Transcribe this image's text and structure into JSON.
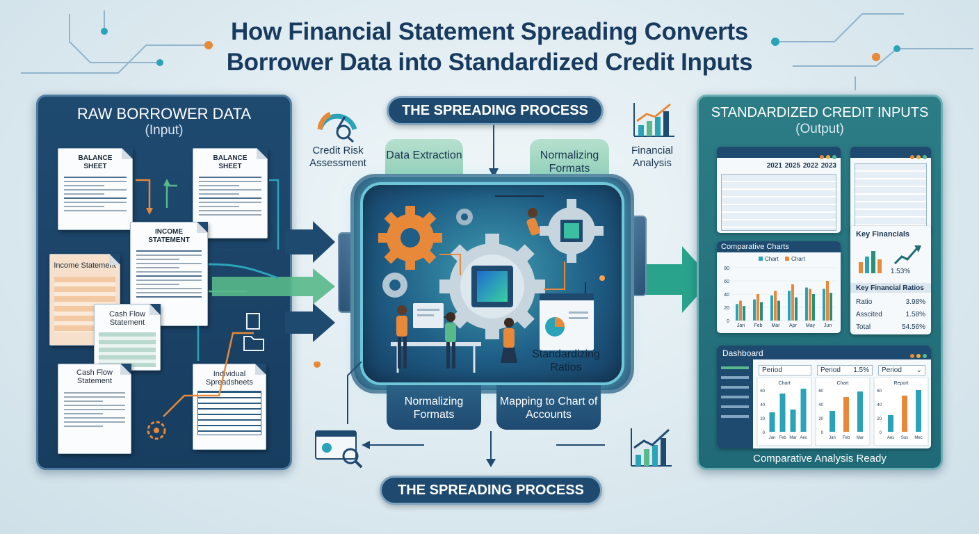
{
  "title": {
    "line1": "How Financial Statement Spreading Converts",
    "line2": "Borrower Data into Standardized Credit Inputs"
  },
  "input_panel": {
    "title": "RAW BORROWER DATA",
    "subtitle": "(Input)",
    "docs": {
      "balance_sheet_1": "BALANCE SHEET",
      "balance_sheet_2": "BALANCE SHEET",
      "income_statement_1": "INCOME STATEMENT",
      "income_statement_2": "Income Statement",
      "cash_flow_1": "Cash Flow Statement",
      "cash_flow_2": "Cash Flow Statement",
      "spreadsheets": "Individual Spreadsheets"
    }
  },
  "process": {
    "top_pill": "THE SPREADING PROCESS",
    "bottom_pill": "THE SPREADING PROCESS",
    "credit_risk": "Credit Risk Assessment",
    "financial_analysis": "Financial Analysis",
    "tabs": {
      "data_extraction": "Data Extraction",
      "normalizing_top": "Normalizing Formats",
      "normalizing_bottom": "Normalizing Formats",
      "mapping": "Mapping to Chart of Accounts"
    },
    "standardizing": "Standardizing Ratios"
  },
  "output_panel": {
    "title": "STANDARDIZED CREDIT INPUTS",
    "subtitle": "(Output)",
    "table_headers": [
      "2021",
      "2025",
      "2022",
      "2023"
    ],
    "key_financials": "Key Financials",
    "key_value": "1.53%",
    "comparative_charts": {
      "title": "Comparative Charts",
      "legend": [
        "Chart",
        "Chart"
      ],
      "y_ticks": [
        "80",
        "60",
        "40",
        "20",
        "0"
      ],
      "months": [
        "Jan",
        "Feb",
        "Mar",
        "Apr",
        "May",
        "Jun"
      ],
      "series_a": [
        25,
        32,
        38,
        45,
        50,
        48
      ],
      "series_b": [
        30,
        40,
        45,
        55,
        48,
        60
      ],
      "series_c": [
        22,
        28,
        30,
        35,
        40,
        42
      ]
    },
    "key_ratios": {
      "title": "Key Financial Ratios",
      "rows": [
        {
          "label": "Ratio",
          "value": "3.98%"
        },
        {
          "label": "Asscited",
          "value": "1.58%"
        },
        {
          "label": "Total",
          "value": "54.56%"
        }
      ]
    },
    "dashboard": {
      "title": "Dashboard",
      "period_labels": [
        "Period",
        "Period",
        "Period"
      ],
      "period_value": "1.5%",
      "mini_charts": [
        {
          "title": "Chart",
          "x": [
            "Jan",
            "Feb",
            "Mar",
            "Aec"
          ]
        },
        {
          "title": "Chart",
          "x": [
            "Jan",
            "Feb",
            "Mar"
          ]
        },
        {
          "title": "Report",
          "x": [
            "Aes",
            "Sus",
            "Mec"
          ]
        }
      ],
      "mini_y": [
        "60",
        "40",
        "20",
        "0"
      ],
      "footer": "Comparative Analysis Ready"
    }
  },
  "colors": {
    "navy": "#1f4a70",
    "teal": "#1f6a76",
    "orange": "#e8893a",
    "green": "#58b98a",
    "cyan": "#2aa3b8"
  }
}
